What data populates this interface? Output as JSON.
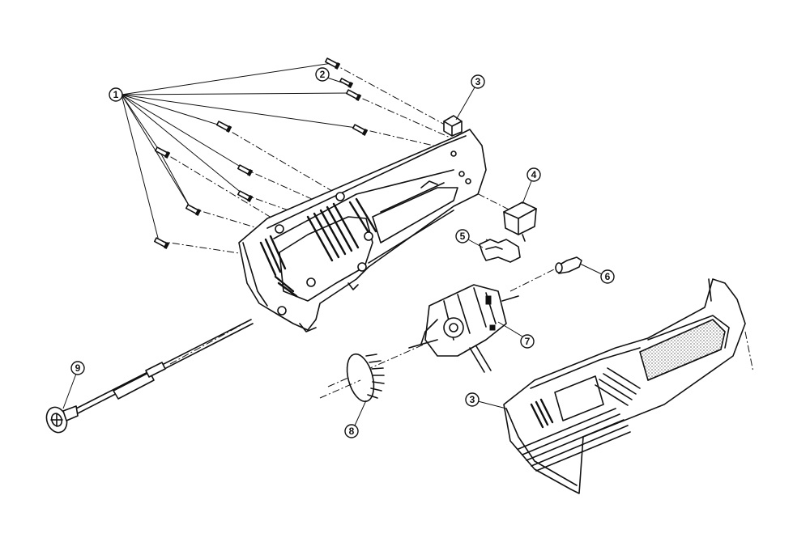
{
  "callouts": [
    {
      "id": "c1",
      "label": "1"
    },
    {
      "id": "c2",
      "label": "2"
    },
    {
      "id": "c3a",
      "label": "3"
    },
    {
      "id": "c4",
      "label": "4"
    },
    {
      "id": "c5",
      "label": "5"
    },
    {
      "id": "c6",
      "label": "6"
    },
    {
      "id": "c7",
      "label": "7"
    },
    {
      "id": "c8",
      "label": "8"
    },
    {
      "id": "c9",
      "label": "9"
    },
    {
      "id": "c3b",
      "label": "3"
    }
  ]
}
